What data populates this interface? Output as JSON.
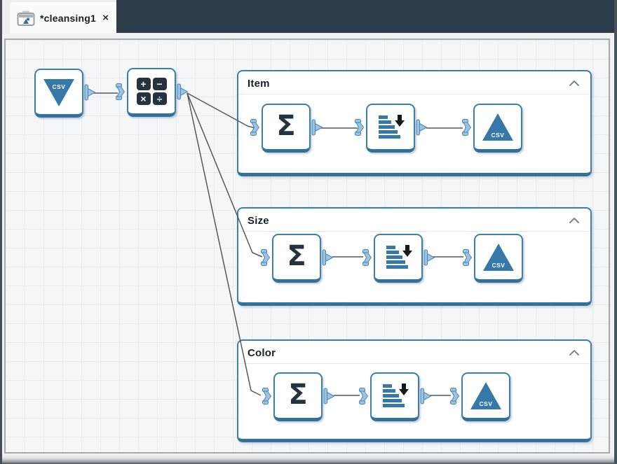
{
  "tab_bar": {
    "tab": {
      "icon": "project-icon",
      "title": "*cleansing1",
      "close_glyph": "×"
    }
  },
  "groups": [
    {
      "label": "Item",
      "collapse_icon": "chevron-up-icon"
    },
    {
      "label": "Size",
      "collapse_icon": "chevron-up-icon"
    },
    {
      "label": "Color",
      "collapse_icon": "chevron-up-icon"
    }
  ],
  "node_types": {
    "import_csv": {
      "icon": "csv-import-triangle-icon",
      "icon_label": "CSV"
    },
    "calculator": {
      "icon": "calculator-icon",
      "plus": "+",
      "minus": "−",
      "multiply": "×",
      "divide": "÷"
    },
    "aggregate": {
      "icon": "sigma-icon",
      "glyph": "Σ"
    },
    "sort": {
      "icon": "sort-descending-icon"
    },
    "export_csv": {
      "icon": "csv-export-triangle-icon",
      "icon_label": "CSV"
    }
  },
  "colors": {
    "accent_blue": "#3679a9",
    "node_border": "#3a7fae",
    "port_fill": "#9cc3e0",
    "port_stroke": "#4a88b6",
    "tabbar_dark": "#2c3b49",
    "canvas_bg": "#f4f6f8",
    "wire": "#54585c",
    "icon_dark": "#26323e"
  }
}
